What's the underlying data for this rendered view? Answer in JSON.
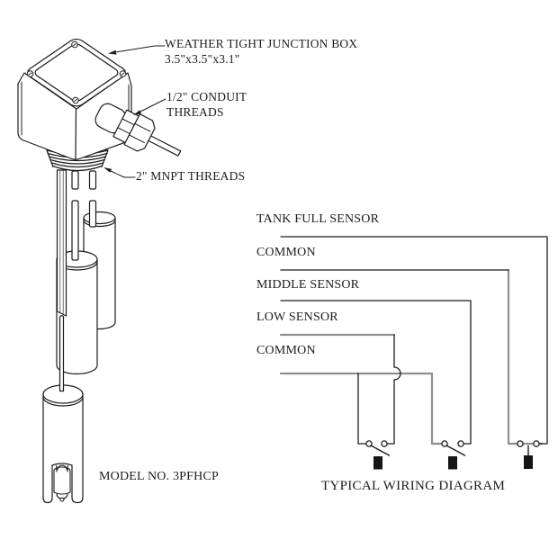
{
  "diagram": {
    "callouts": {
      "junction_box_line1": "WEATHER TIGHT JUNCTION BOX",
      "junction_box_line2": "3.5\"x3.5\"x3.1\"",
      "conduit_line1": "1/2\" CONDUIT",
      "conduit_line2": "THREADS",
      "mnpt": "2\" MNPT THREADS"
    },
    "model_number": "MODEL NO. 3PFHCP",
    "wiring": {
      "title": "TYPICAL WIRING DIAGRAM",
      "labels": [
        "TANK FULL SENSOR",
        "COMMON",
        "MIDDLE SENSOR",
        "LOW SENSOR",
        "COMMON"
      ]
    },
    "colors": {
      "ink": "#1c1c1c",
      "gray_wire": "#8f8f8f",
      "background": "#ffffff"
    }
  }
}
